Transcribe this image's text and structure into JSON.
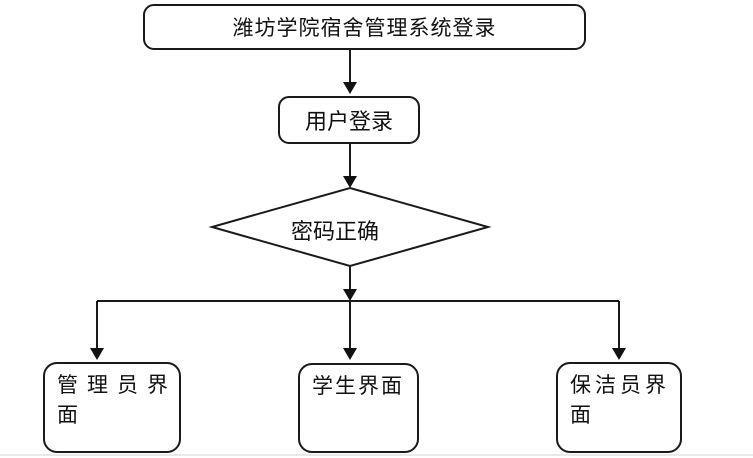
{
  "flowchart": {
    "type": "flowchart",
    "direction": "top-down",
    "nodes": [
      {
        "id": "title",
        "type": "rounded-rect",
        "label": "潍坊学院宿舍管理系统登录"
      },
      {
        "id": "login",
        "type": "rounded-rect",
        "label": "用户登录"
      },
      {
        "id": "decision",
        "type": "diamond",
        "label": "密码正确"
      },
      {
        "id": "admin",
        "type": "rounded-rect",
        "label": "管理员界面"
      },
      {
        "id": "student",
        "type": "rounded-rect",
        "label": "学生界面"
      },
      {
        "id": "cleaner",
        "type": "rounded-rect",
        "label": "保洁员界面"
      }
    ],
    "edges": [
      {
        "from": "title",
        "to": "login",
        "style": "arrow"
      },
      {
        "from": "login",
        "to": "decision",
        "style": "arrow"
      },
      {
        "from": "decision",
        "to": "branch",
        "style": "arrow"
      },
      {
        "from": "branch",
        "to": "admin",
        "style": "arrow"
      },
      {
        "from": "branch",
        "to": "student",
        "style": "arrow"
      },
      {
        "from": "branch",
        "to": "cleaner",
        "style": "arrow"
      }
    ],
    "colors": {
      "stroke": "#1a1a1a",
      "fill": "#ffffff",
      "text": "#111111"
    }
  }
}
